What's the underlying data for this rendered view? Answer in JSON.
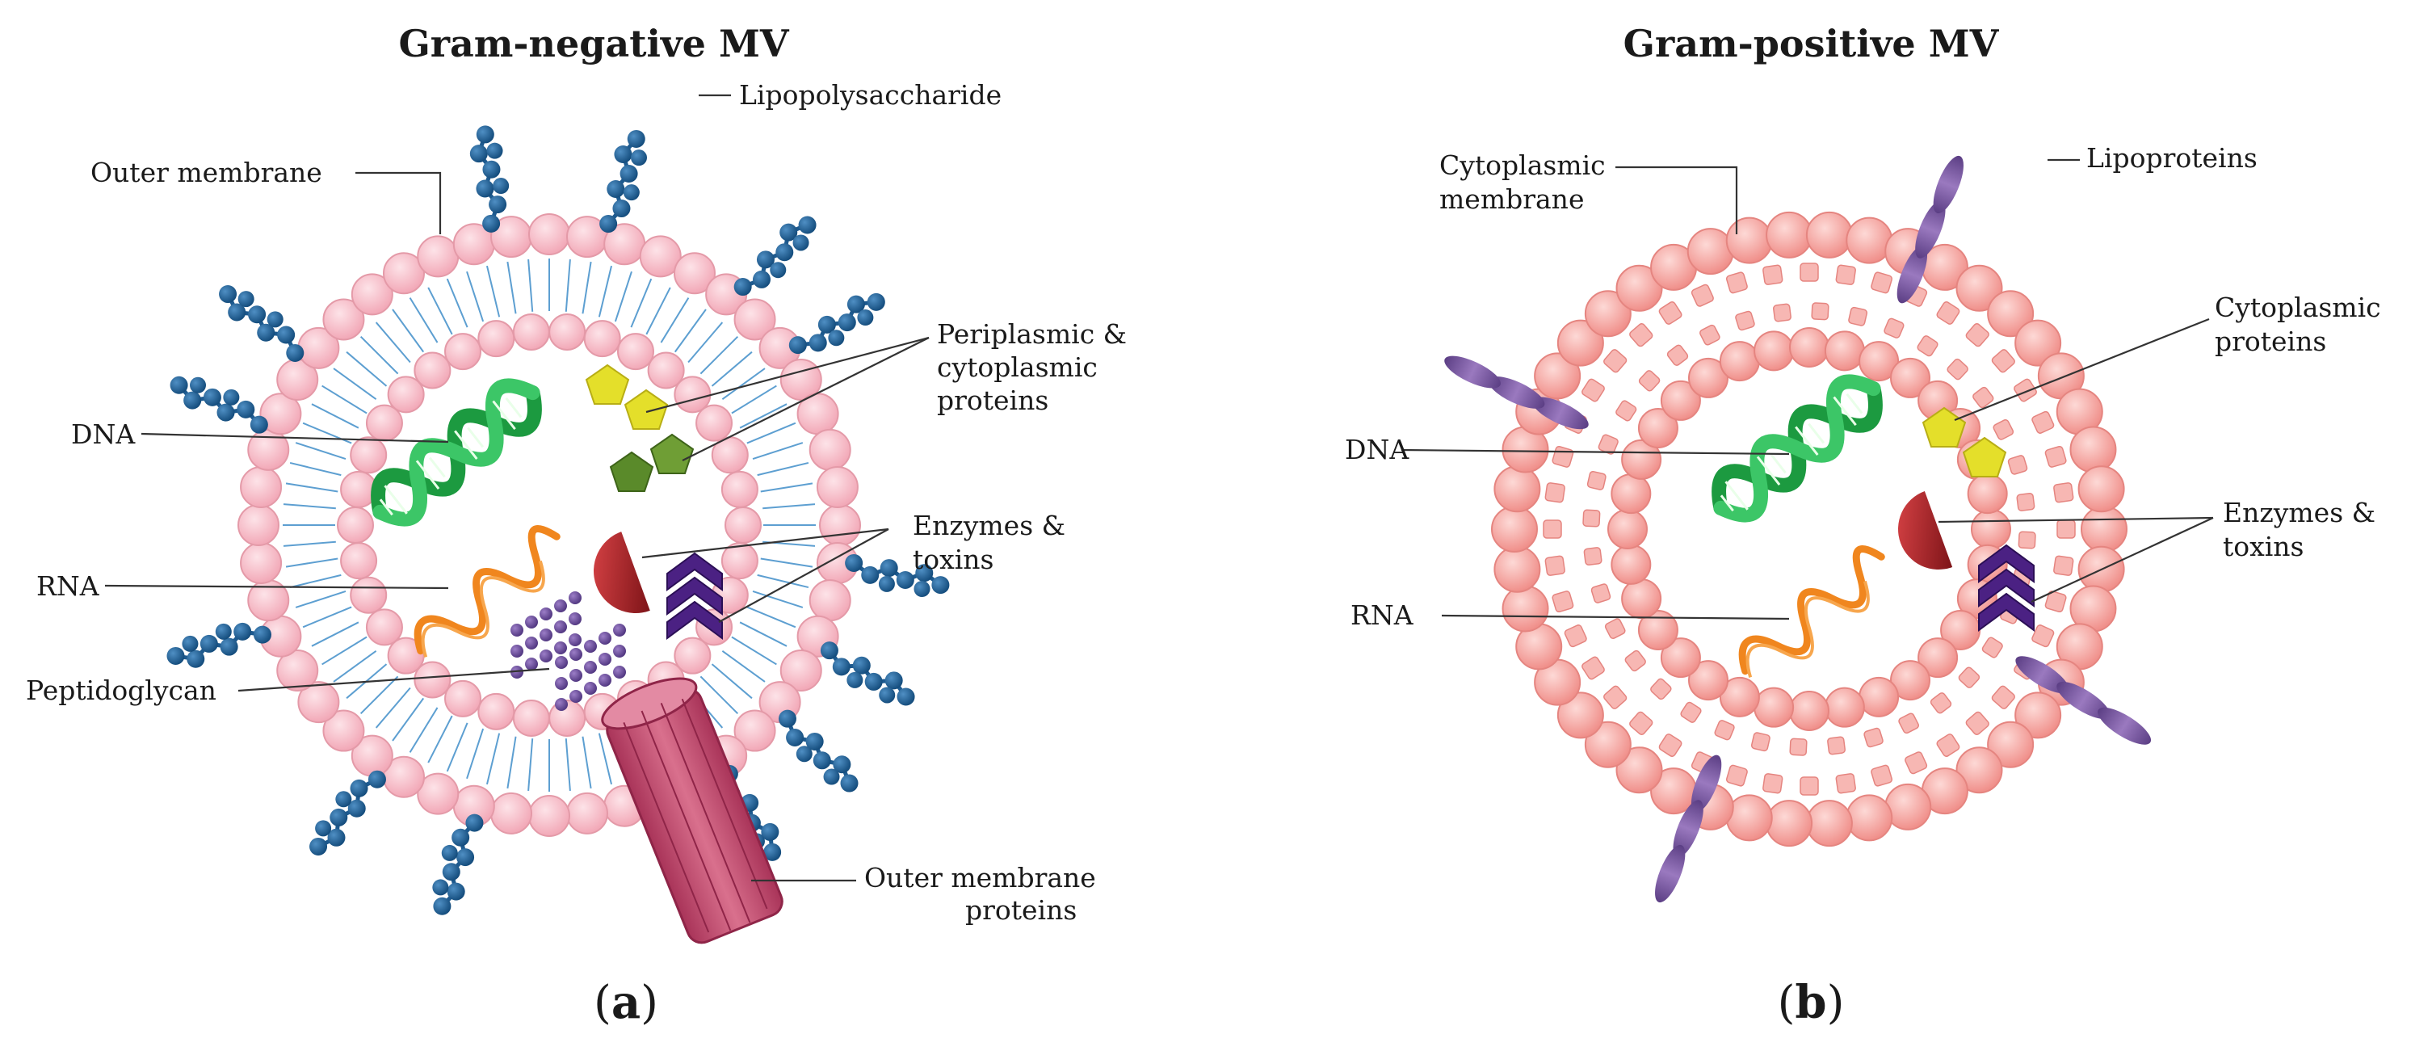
{
  "panel_a": {
    "title": "Gram-negative MV",
    "panel_letter": "a",
    "labels": {
      "outer_membrane": "Outer membrane",
      "lipopolysaccharide": "Lipopolysaccharide",
      "periplasmic_line1": "Periplasmic &",
      "periplasmic_line2": "cytoplasmic",
      "periplasmic_line3": "proteins",
      "dna": "DNA",
      "rna": "RNA",
      "enzymes_line1": "Enzymes &",
      "enzymes_line2": "toxins",
      "peptidoglycan": "Peptidoglycan",
      "omp_line1": "Outer membrane",
      "omp_line2": "proteins"
    }
  },
  "panel_b": {
    "title": "Gram-positive MV",
    "panel_letter": "b",
    "labels": {
      "cytoplasmic_membrane_line1": "Cytoplasmic",
      "cytoplasmic_membrane_line2": "membrane",
      "lipoproteins": "Lipoproteins",
      "cytoplasmic_proteins_line1": "Cytoplasmic",
      "cytoplasmic_proteins_line2": "proteins",
      "dna": "DNA",
      "rna": "RNA",
      "enzymes_line1": "Enzymes &",
      "enzymes_line2": "toxins"
    }
  },
  "colors": {
    "outer_bead": "#f6b8c4",
    "outer_bead_stroke": "#e49aa8",
    "positive_bead": "#f6a7a3",
    "positive_bead_stroke": "#e58580",
    "lps": "#1d5a8f",
    "dna": "#21b24b",
    "rna": "#f0861e",
    "peptidoglycan": "#6a4ea0",
    "enzyme_red": "#b3262b",
    "toxin_purple": "#4b2183",
    "protein_yellow": "#e4df2a",
    "protein_green": "#5a8a2a",
    "omp": "#c5496a",
    "lipoprotein": "#7a559d"
  }
}
